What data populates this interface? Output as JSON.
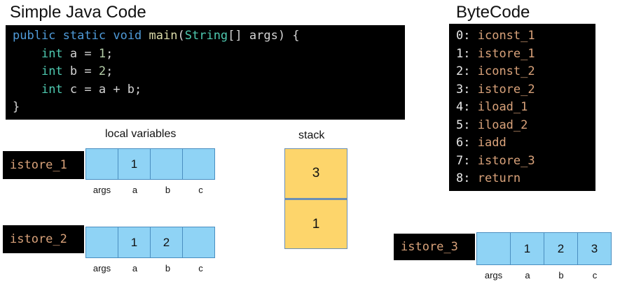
{
  "code_title": "Simple Java Code",
  "bytecode_title": "ByteCode",
  "java_code": {
    "line1": {
      "public": "public",
      "static": "static",
      "void": "void",
      "main": "main",
      "open": "(",
      "string": "String",
      "rest": "[] args) {"
    },
    "line2": {
      "kw": "int",
      "rest": " a = ",
      "num": "1",
      "end": ";"
    },
    "line3": {
      "kw": "int",
      "rest": " b = ",
      "num": "2",
      "end": ";"
    },
    "line4": {
      "kw": "int",
      "rest": " c = a + b;"
    },
    "line5": "}"
  },
  "bytecode": [
    {
      "idx": "0:",
      "op": "iconst_1"
    },
    {
      "idx": "1:",
      "op": "istore_1"
    },
    {
      "idx": "2:",
      "op": "iconst_2"
    },
    {
      "idx": "3:",
      "op": "istore_2"
    },
    {
      "idx": "4:",
      "op": "iload_1"
    },
    {
      "idx": "5:",
      "op": "iload_2"
    },
    {
      "idx": "6:",
      "op": "iadd"
    },
    {
      "idx": "7:",
      "op": "istore_3"
    },
    {
      "idx": "8:",
      "op": "return"
    }
  ],
  "local_variables_caption": "local variables",
  "stack_caption": "stack",
  "var_names": [
    "args",
    "a",
    "b",
    "c"
  ],
  "states": [
    {
      "instruction": "istore_1",
      "values": [
        "",
        "1",
        "",
        ""
      ]
    },
    {
      "instruction": "istore_2",
      "values": [
        "",
        "1",
        "2",
        ""
      ]
    },
    {
      "instruction": "istore_3",
      "values": [
        "",
        "1",
        "2",
        "3"
      ]
    }
  ],
  "stack": [
    "3",
    "1"
  ]
}
